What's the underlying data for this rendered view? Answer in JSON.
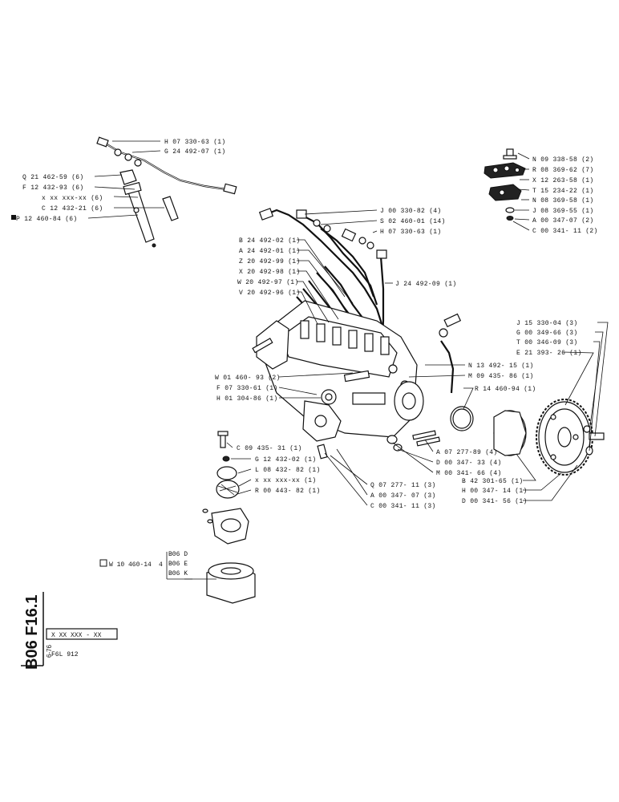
{
  "sheet": {
    "side_code": "B06 F16.1",
    "side_date": "6-76",
    "part_number_box": "X XX XXX - XX",
    "engine_model": "F6L 912"
  },
  "callouts": {
    "H07330631_top": "H 07 330-63 (1)",
    "G24492071": "G 24 492-07 (1)",
    "Q21462596": "Q 21 462-59 (6)",
    "F12432936": "F 12 432-93 (6)",
    "xxxx6": "x xx xxx-xx (6)",
    "C12432216": "C 12 432-21 (6)",
    "P12460846": "P 12 460-84 (6)",
    "N09338582": "N 09 338-58 (2)",
    "R08369627": "R 08 369-62 (7)",
    "X12263581": "X 12 263-58 (1)",
    "T15234221": "T 15 234-22 (1)",
    "N08369581": "N 08 369-58 (1)",
    "J08369551": "J 08 369-55 (1)",
    "A00347072": "A 00 347-07 (2)",
    "C00341112_top": "C 00 341- 11 (2)",
    "J00330824": "J 00 330-82 (4)",
    "S024600114": "S 02 460-01 (14)",
    "H07330631_mid": "H 07 330-63 (1)",
    "B24492021": "B 24 492-02 (1)",
    "A24492011": "A 24 492-01 (1)",
    "Z20492991": "Z 20 492-99 (1)",
    "X20492981": "X 20 492-98 (1)",
    "W20492971": "W 20 492-97 (1)",
    "V20492961": "V 20 492-96 (1)",
    "J24492091": "J 24 492-09 (1)",
    "J15330043": "J 15 330-04 (3)",
    "G00349663": "G 00 349-66 (3)",
    "T00346093": "T 00 346-09 (3)",
    "E21393261": "E 21 393- 26 (1)",
    "N13492151": "N 13 492- 15 (1)",
    "M09435861": "M 09 435- 86 (1)",
    "R14460941": "R 14 460-94 (1)",
    "W01460932": "W 01 460- 93 (2)",
    "F07330611": "F 07 330-61 (1)",
    "H01304861": "H 01 304-86 (1)",
    "C09435311": "C 09 435- 31 (1)",
    "G12432021": "G 12 432-02 (1)",
    "L08432821": "L 08 432- 82 (1)",
    "xxxx1": "x xx xxx-xx (1)",
    "R00443821": "R 00 443- 82 (1)",
    "A07277894": "A 07 277-89 (4)",
    "D00347334": "D 00 347- 33 (4)",
    "M00341664": "M 00 341- 66 (4)",
    "B42301651": "B 42 301-65 (1)",
    "H00347141": "H 00 347- 14 (1)",
    "D00341561": "D 00 341- 56 (1)",
    "Q07277113": "Q 07 277- 11 (3)",
    "A00347073": "A 00 347- 07 (3)",
    "C00341113": "C 00 341- 11 (3)"
  },
  "variant_block": {
    "part": "W 10 460-14",
    "qty": "4",
    "variants": [
      "B06 D",
      "B06 E",
      "B06 K"
    ]
  }
}
